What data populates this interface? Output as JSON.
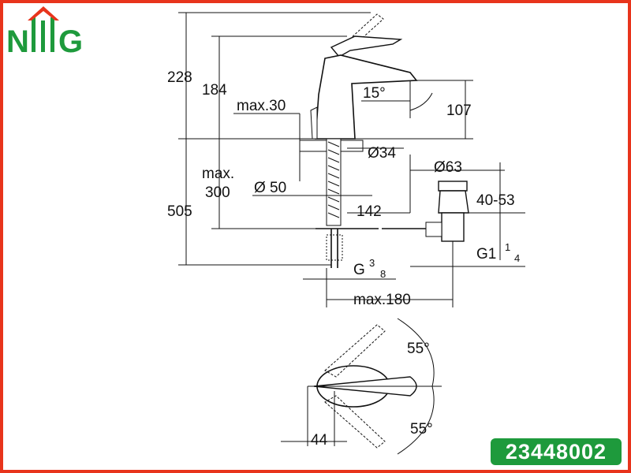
{
  "logo": {
    "text_left": "N",
    "text_right": "G",
    "color": "#1e9a3c",
    "accent": "#e8341c"
  },
  "product_code": "23448002",
  "dimensions": {
    "height_total": "228",
    "height_spout": "184",
    "max_thickness": "max.30",
    "angle_spout": "15°",
    "spout_height": "107",
    "dia_body": "Ø34",
    "dia_waste": "Ø63",
    "max_label": "max.",
    "max_300": "300",
    "dia_base": "Ø 50",
    "length_142": "142",
    "waste_range": "40-53",
    "height_505": "505",
    "thread_waste": "G1",
    "thread_waste_num": "1",
    "thread_waste_den": "4",
    "thread_hose": "G",
    "thread_hose_num": "3",
    "thread_hose_den": "8",
    "max_180": "max.180",
    "angle_top": "55°",
    "angle_bottom": "55°",
    "lever_offset": "44"
  }
}
